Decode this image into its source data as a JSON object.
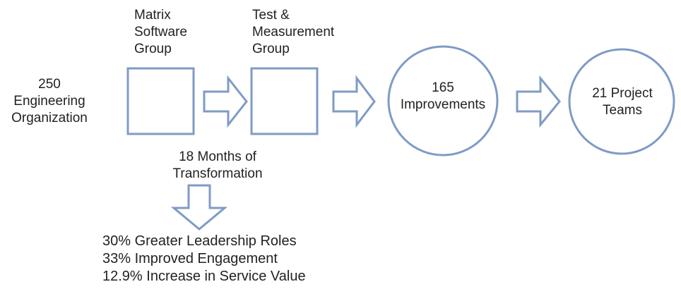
{
  "colors": {
    "stroke": "#7f9bc6",
    "text": "#222222",
    "background": "#ffffff"
  },
  "start": {
    "lines": [
      "250",
      "Engineering",
      "Organization"
    ]
  },
  "stages": [
    {
      "lines": [
        "Matrix",
        "Software",
        "Group"
      ]
    },
    {
      "lines": [
        "Test &",
        "Measurement",
        "Group"
      ]
    }
  ],
  "transformation": {
    "lines": [
      "18 Months of",
      "Transformation"
    ]
  },
  "results": [
    {
      "lines": [
        "165",
        "Improvements"
      ]
    },
    {
      "lines": [
        "21 Project",
        "Teams"
      ]
    }
  ],
  "outcomes": [
    "30% Greater Leadership Roles",
    "33% Improved Engagement",
    "12.9% Increase in Service Value"
  ]
}
